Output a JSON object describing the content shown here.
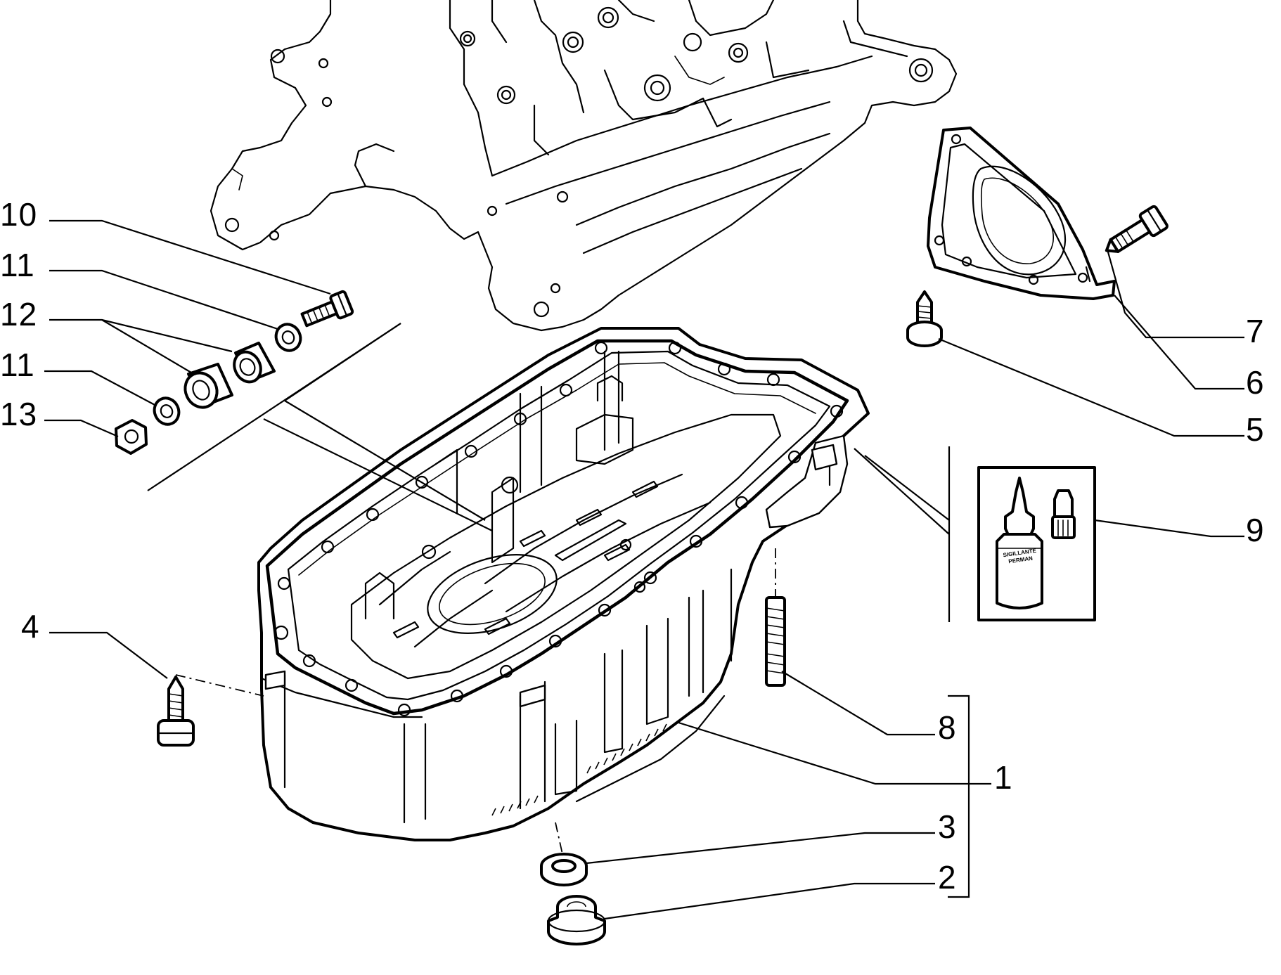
{
  "callouts": {
    "c1": "1",
    "c2": "2",
    "c3": "3",
    "c4": "4",
    "c5": "5",
    "c6": "6",
    "c7": "7",
    "c8": "8",
    "c9": "9",
    "c10": "10",
    "c11a": "11",
    "c12": "12",
    "c11b": "11",
    "c13": "13"
  },
  "sealant_label": {
    "line1": "SIGILLANTE",
    "line2": "PERMAN"
  }
}
